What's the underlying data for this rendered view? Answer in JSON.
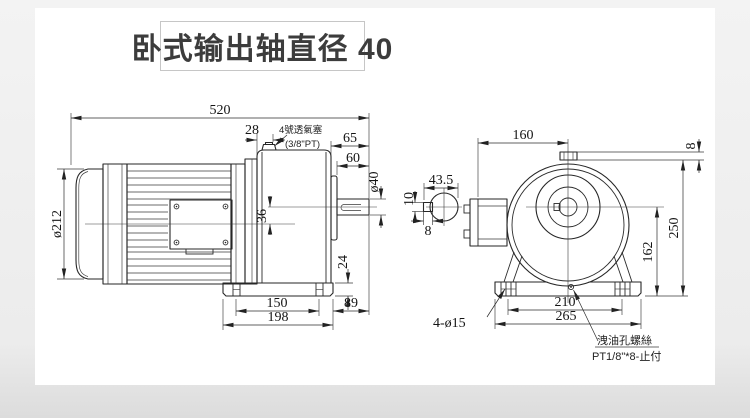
{
  "title": {
    "text": "卧式输出轴直径 40"
  },
  "side_view": {
    "dims": {
      "overall_length": "520",
      "vent_offset": "28",
      "face_to_shaft_end": "65",
      "shaft_length": "60",
      "shaft_diameter": "ø40",
      "motor_diameter": "ø212",
      "shaft_center_offset": "36",
      "foot_height": "24",
      "foot_hole_spacing": "150",
      "base_length": "198",
      "base_to_shaft_end": "89"
    },
    "vent_note": {
      "line1": "4號透氣塞",
      "line2": "(3/8\"PT)"
    }
  },
  "front_view": {
    "dims": {
      "box_to_center": "160",
      "vent_plug_height": "8",
      "overall_height": "250",
      "shaft_center_height": "162",
      "foot_hole_spacing": "210",
      "base_width": "265",
      "mounting_holes": "4-ø15"
    },
    "key_detail": {
      "overall_width": "43.5",
      "key_width": "10",
      "key_depth": "8"
    },
    "drain_note": {
      "line1": "洩油孔螺絲",
      "line2": "PT1/8\"*8-止付"
    }
  }
}
